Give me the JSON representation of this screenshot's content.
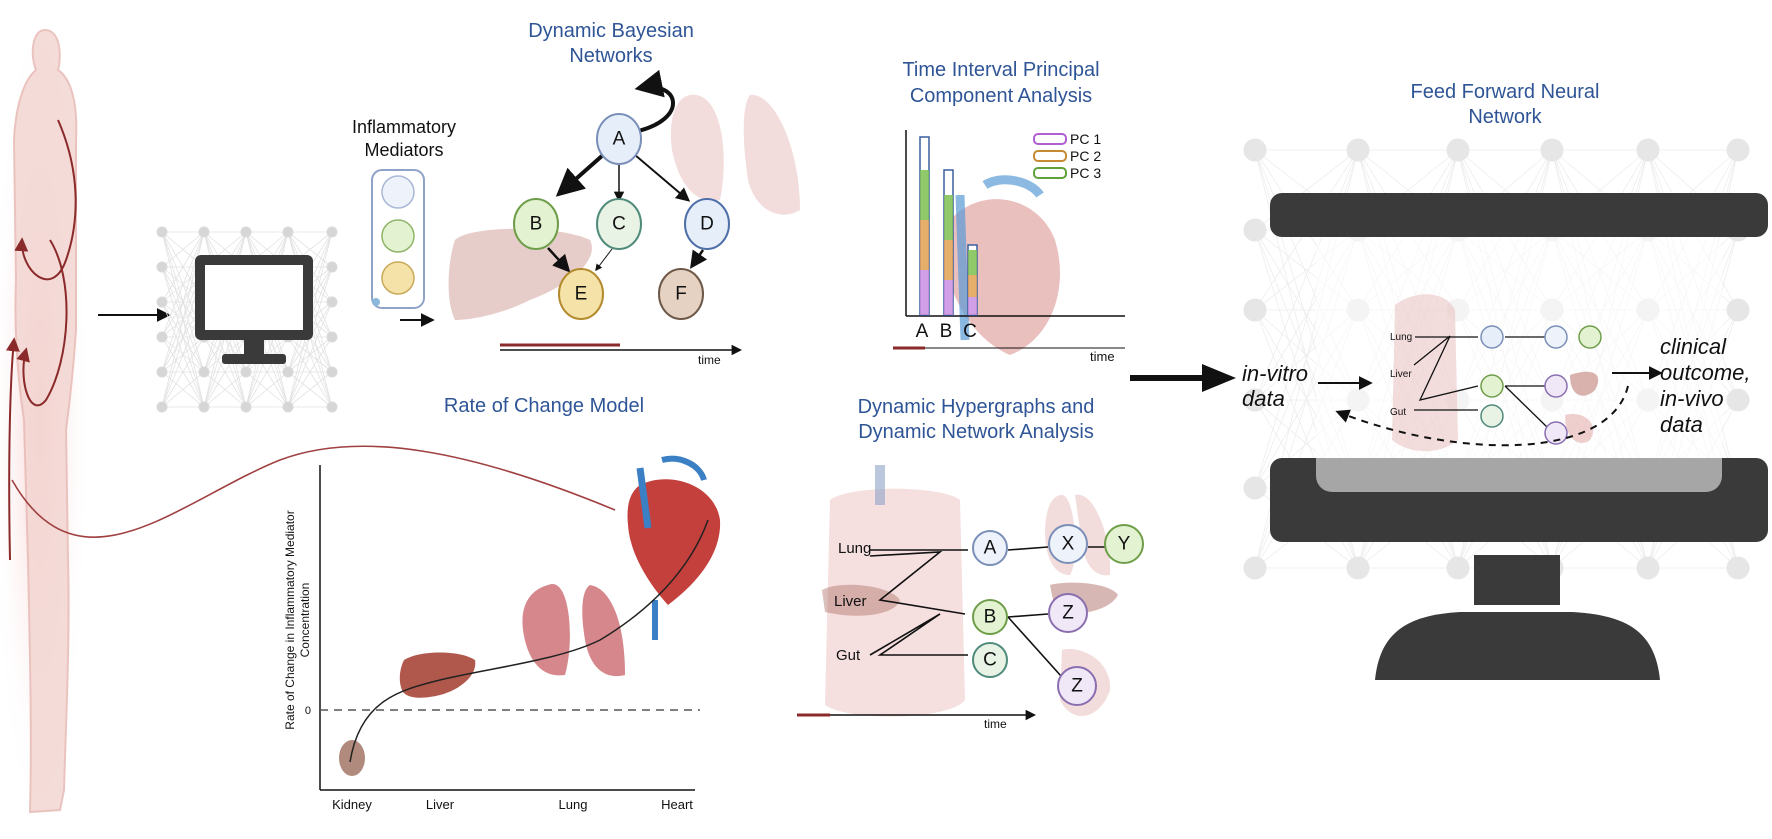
{
  "sections": {
    "dbn": {
      "title_line1": "Dynamic Bayesian",
      "title_line2": "Networks",
      "time_label": "time",
      "nodes": [
        "A",
        "B",
        "C",
        "D",
        "E",
        "F"
      ]
    },
    "mediators": {
      "title_line1": "Inflammatory",
      "title_line2": "Mediators"
    },
    "tipca": {
      "title_line1": "Time Interval Principal",
      "title_line2": "Component Analysis",
      "legend": [
        "PC 1",
        "PC 2",
        "PC 3"
      ],
      "bar_labels": [
        "A",
        "B",
        "C"
      ],
      "time_label": "time"
    },
    "ffnn": {
      "title_line1": "Feed Forward Neural",
      "title_line2": "Network",
      "input_line1": "in-vitro",
      "input_line2": "data",
      "output_line1": "clinical",
      "output_line2": "outcome,",
      "output_line3": "in-vivo",
      "output_line4": "data",
      "organ_labels": [
        "Lung",
        "Liver",
        "Gut"
      ]
    },
    "roc": {
      "title": "Rate of Change Model",
      "ylabel_line1": "Rate of Change in Inflammatory Mediator",
      "ylabel_line2": "Concentration",
      "zero_tick": "0",
      "x_labels": [
        "Kidney",
        "Liver",
        "Lung",
        "Heart"
      ]
    },
    "hyper": {
      "title_line1": "Dynamic Hypergraphs and",
      "title_line2": "Dynamic Network Analysis",
      "organ_labels": [
        "Lung",
        "Liver",
        "Gut"
      ],
      "nodes": [
        "A",
        "B",
        "C",
        "X",
        "Y",
        "Z",
        "Z"
      ],
      "time_label": "time"
    }
  },
  "colors": {
    "title_blue": "#2f5597",
    "dark_red": "#8b2a2a",
    "node_green": "#e3f2d0",
    "node_blue": "#e6eef9",
    "node_yellow": "#f5e2a8",
    "node_brown": "#e6d2c2",
    "pc1": "#c88ee0",
    "pc2": "#e0a050",
    "pc3": "#7cc050",
    "monitor": "#3a3a3a"
  }
}
